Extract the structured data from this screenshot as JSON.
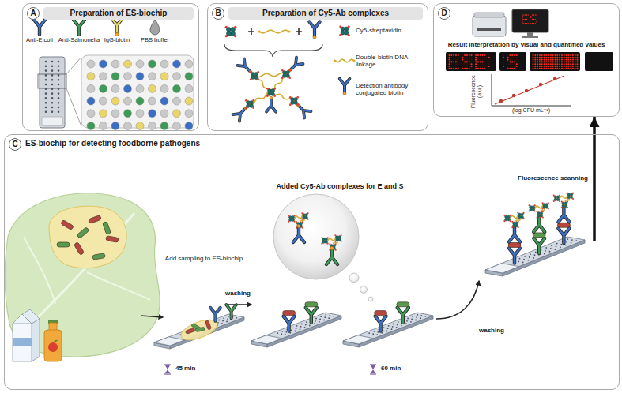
{
  "diagram": {
    "nodes": [
      {
        "text": [
          "Preparation of ES-biochip"
        ]
      },
      {
        "text": [
          "A"
        ],
        "in": 0
      },
      {
        "text": [
          "Preparation of Cy5-Ab complexes"
        ]
      },
      {
        "text": [
          "B"
        ],
        "in": 2
      },
      {
        "text": [
          "Result interpretation by visual and quantified values"
        ]
      },
      {
        "text": [
          "D"
        ],
        "in": 4
      },
      {
        "text": [
          "ES-biochip for detecting foodborne pathogens"
        ]
      },
      {
        "text": [
          "C"
        ],
        "in": 6
      }
    ],
    "edges": [
      {
        "from": 6,
        "to": 4,
        "arrow": "to",
        "label": "Fluorescence scanning"
      }
    ],
    "labels": [
      "Anti-E.coli",
      "Anti-Salmonella",
      "IgG-biotin",
      "PBS buffer",
      "Fluorescence (a.u.)",
      "(log CFU mL⁻¹)",
      "Add sampling to ES-biochip",
      "washing",
      "45 min",
      "Added Cy5-Ab complexes for E and S",
      "60 min",
      "washing"
    ],
    "legend": [
      {
        "text": "Cy5-streptavidin"
      },
      {
        "text": "Double-biotin DNA linkage"
      },
      {
        "text": "Detection antibody conjugated biotin"
      }
    ]
  }
}
